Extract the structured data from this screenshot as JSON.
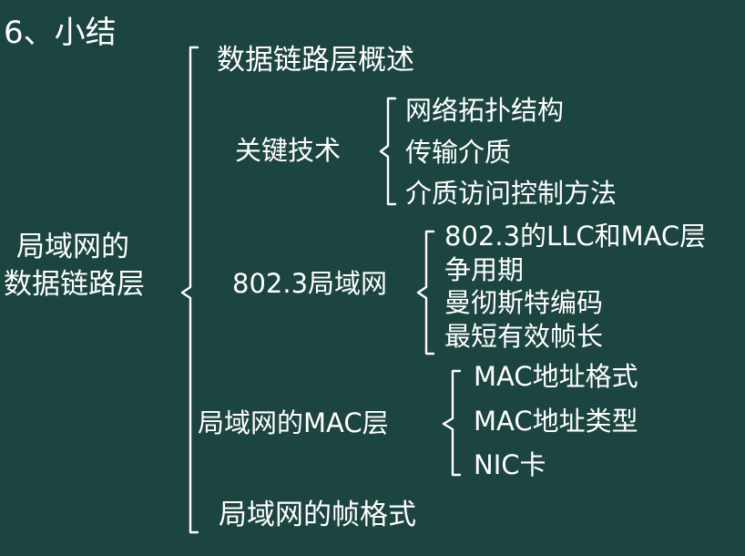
{
  "slide": {
    "heading": "6、小结",
    "root": {
      "line1": "局域网的",
      "line2": "数据链路层"
    },
    "topics": [
      {
        "label": "数据链路层概述"
      },
      {
        "label": "关键技术",
        "items": [
          "网络拓扑结构",
          "传输介质",
          "介质访问控制方法"
        ]
      },
      {
        "label": "802.3局域网",
        "items": [
          "802.3的LLC和MAC层",
          "争用期",
          "曼彻斯特编码",
          "最短有效帧长"
        ]
      },
      {
        "label": "局域网的MAC层",
        "items": [
          "MAC地址格式",
          "MAC地址类型",
          "NIC卡"
        ]
      },
      {
        "label": "局域网的帧格式"
      }
    ]
  }
}
